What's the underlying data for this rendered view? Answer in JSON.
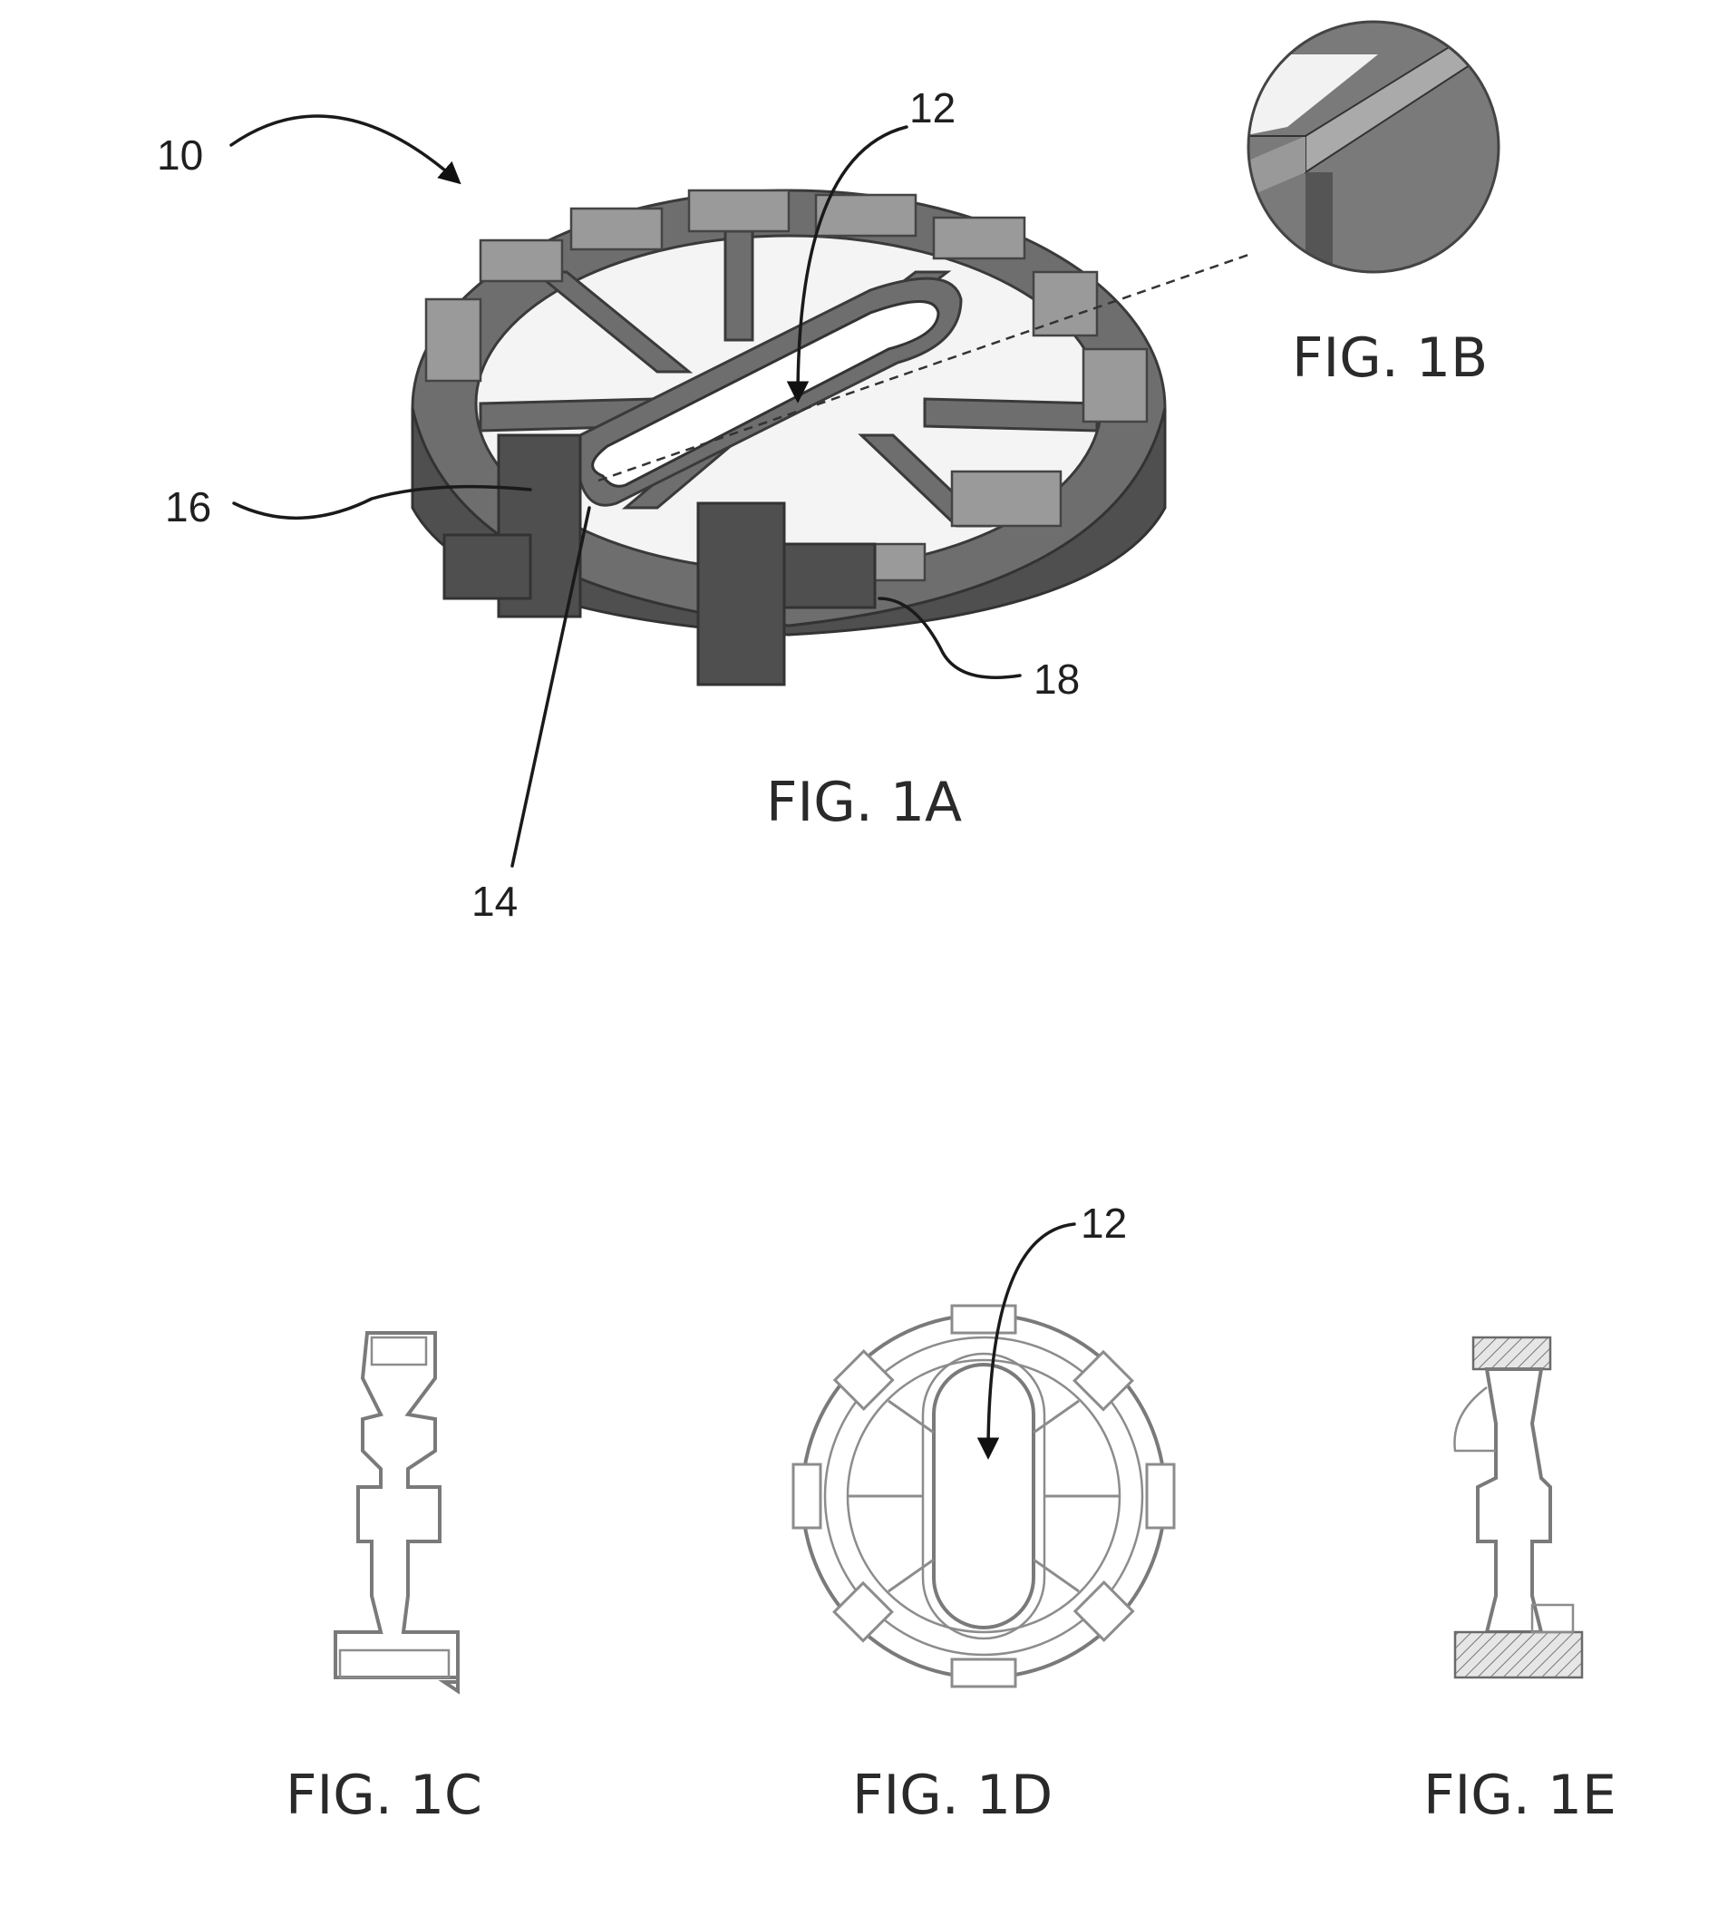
{
  "figures": {
    "fig1a": {
      "caption": "FIG. 1A"
    },
    "fig1b": {
      "caption": "FIG. 1B"
    },
    "fig1c": {
      "caption": "FIG. 1C"
    },
    "fig1d": {
      "caption": "FIG. 1D"
    },
    "fig1e": {
      "caption": "FIG. 1E"
    }
  },
  "reference_numerals": {
    "device": "10",
    "opening": "12",
    "opening_d": "12",
    "rim": "14",
    "tab": "16",
    "notch": "18"
  },
  "colors": {
    "body_fill": "#6e6e6e",
    "edge": "#3a3a3a",
    "line_art": "#7a7a7a"
  }
}
